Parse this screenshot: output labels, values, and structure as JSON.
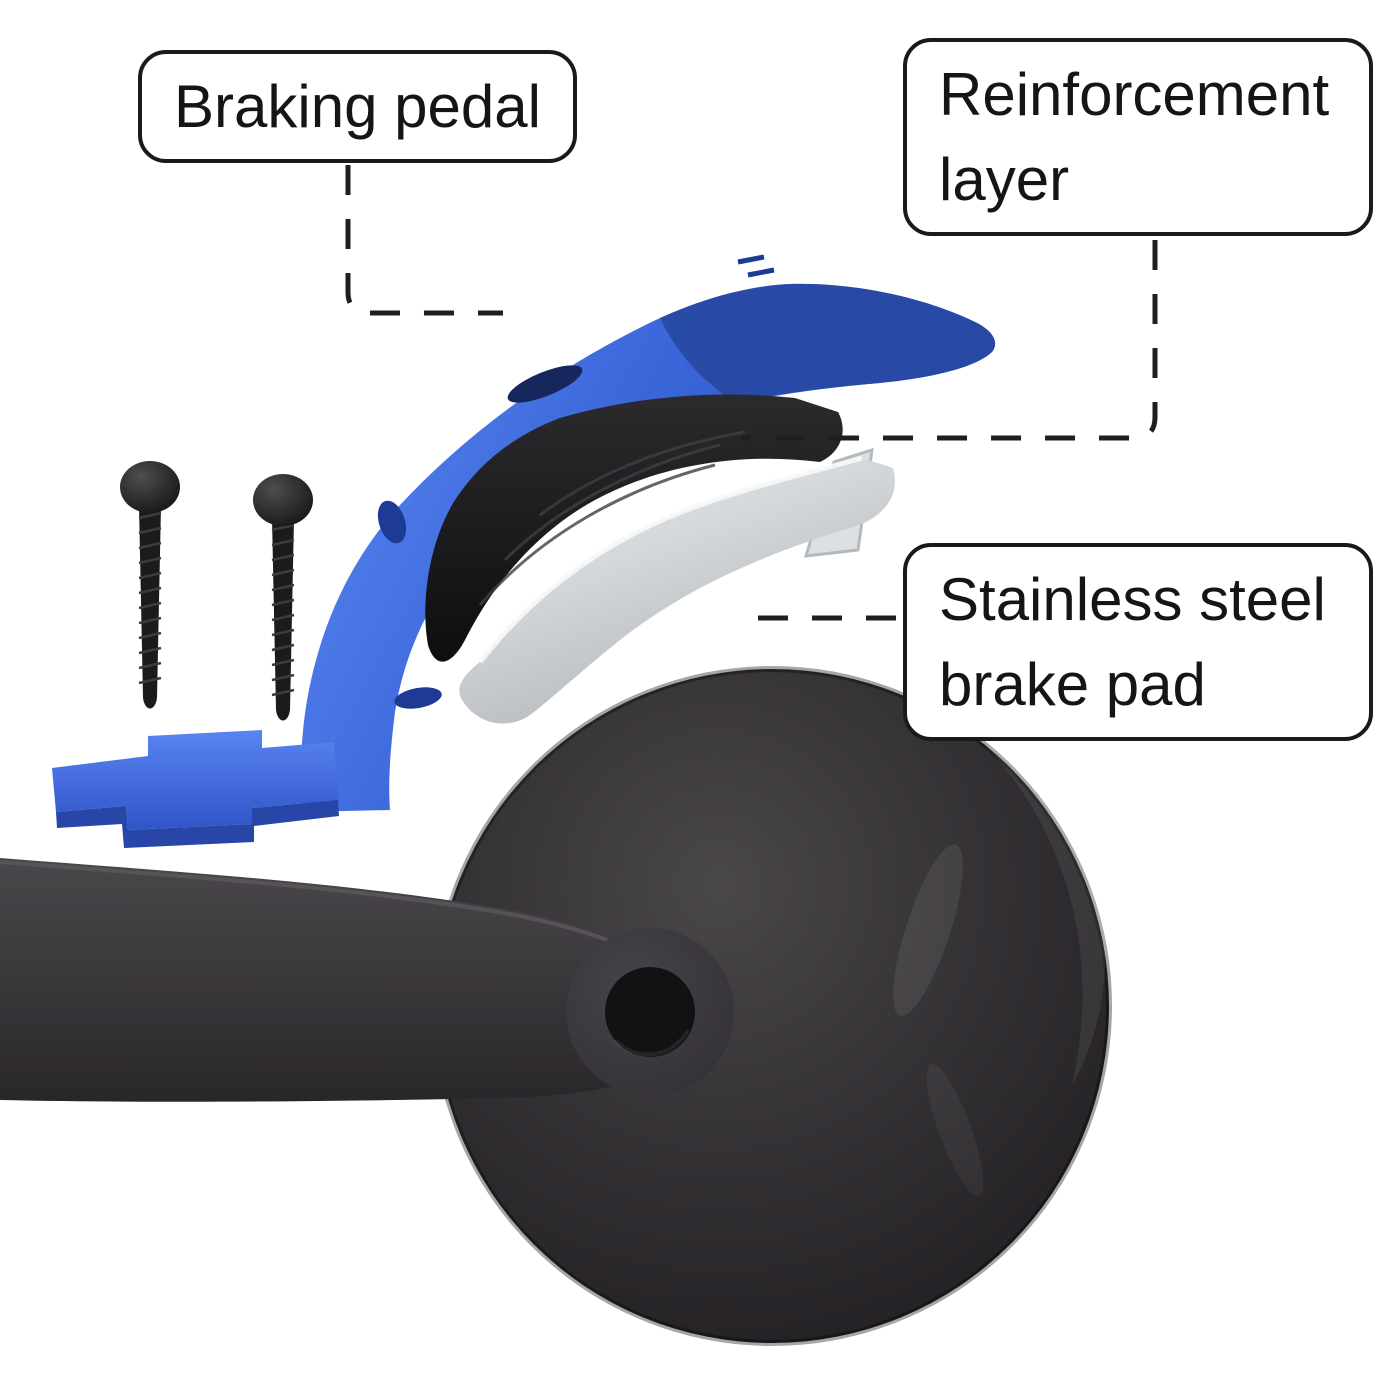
{
  "title": "Scooter rear brake exploded-view diagram",
  "callouts": {
    "braking_pedal": "Braking pedal",
    "reinforcement_layer": "Reinforcement layer",
    "stainless_brake_pad": "Stainless steel brake pad"
  },
  "parts": {
    "braking_pedal": "Braking pedal (blue)",
    "reinforcement_layer": "Reinforcement layer (black)",
    "stainless_brake_pad": "Stainless steel brake pad",
    "mounting_screws": "Two black mounting screws",
    "rear_wheel": "Rear wheel",
    "frame_arm": "Frame arm with axle hole",
    "mounting_bracket": "Blue mounting bracket"
  },
  "colors": {
    "background": "#ffffff",
    "pedal_blue": "#3f6de4",
    "pedal_blue_dark": "#2a4fc0",
    "reinforcement_black": "#1a191b",
    "steel_gray": "#d7dadd",
    "wheel_dark": "#2c292c",
    "frame_gray": "#3b383b",
    "line_black": "#1f1f1f",
    "screw_black": "#161616"
  }
}
